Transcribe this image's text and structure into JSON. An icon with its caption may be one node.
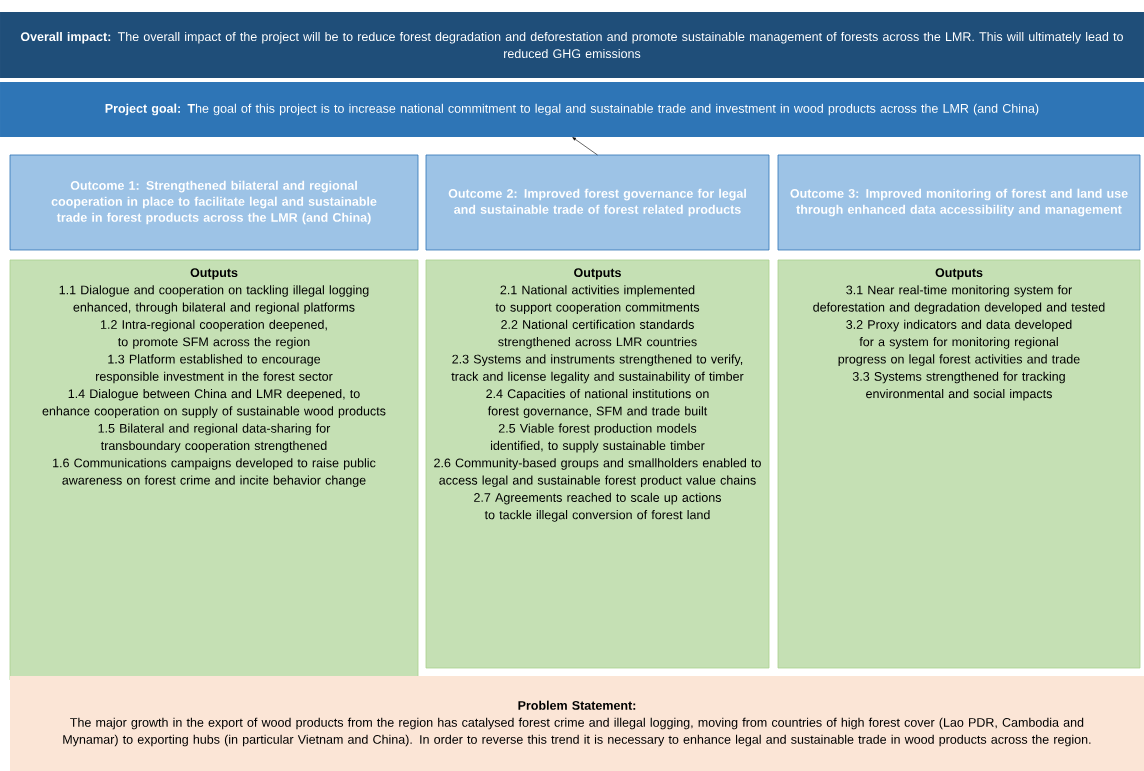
{
  "diagram": {
    "nodes": [
      {
        "text": [
          "**Overall impact:** The overall impact of the project will be to reduce forest degradation and deforestation and promote sustainable management of forests across the LMR. This will ultimately lead to reduced GHG emissions"
        ]
      },
      {
        "text": [
          "**Project goal: T**he goal of this project is to increase national commitment to legal and sustainable trade and investment in wood products across the LMR (and China)"
        ]
      },
      {
        "text": [
          "Outcome 1: Strengthened bilateral and regional cooperation in place to facilitate legal and sustainable trade in forest products across the LMR (and China)"
        ]
      },
      {
        "text": [
          "Outcome 2: Improved forest governance for legal and sustainable trade of forest related products"
        ]
      },
      {
        "text": [
          "Outcome 3:  Improved monitoring of forest and land use through enhanced data accessibility and management"
        ]
      },
      {
        "text": [
          "Outputs",
          "1.1 Dialogue and cooperation on tackling illegal logging enhanced, through bilateral and regional platforms",
          "1.2 Intra-regional cooperation deepened, to promote SFM across the region",
          "1.3 Platform established to encourage responsible investment in the forest sector",
          "1.4 Dialogue between China and LMR deepened, to enhance cooperation on supply of sustainable wood products",
          "1.5 Bilateral and regional data-sharing for transboundary cooperation strengthened",
          "1.6 Communications campaigns developed to raise public awareness on forest crime and incite behavior change"
        ]
      },
      {
        "text": [
          "Outputs",
          "2.1 National activities implemented to support cooperation commitments",
          "2.2 National certification standards strengthened across LMR countries",
          "2.3 Systems  and instruments strengthened to verify, track and license legality and sustainability of timber",
          "2.4 Capacities of national institutions on forest governance, SFM and trade built",
          "2.5 Viable forest production models identified, to supply sustainable timber",
          "2.6 Community-based groups and smallholders enabled to access legal and sustainable forest product value chains",
          "2.7 Agreements reached to scale up actions to tackle illegal conversion of forest land"
        ]
      },
      {
        "text": [
          "Outputs",
          "3.1 Near real-time monitoring system for deforestation and degradation developed and tested",
          "3.2 Proxy indicators and data developed for a system for monitoring regional progress on legal forest activities and trade",
          "3.3 Systems strengthened for tracking environmental and social impacts"
        ]
      },
      {
        "text": [
          "Problem Statement:",
          "The major growth in the export of wood products from the region has catalysed forest crime and illegal logging, moving from countries of high forest cover (Lao PDR, Cambodia and Mynamar) to exporting hubs (in particular Vietnam and China). In order to reverse this trend it is necessary to enhance legal and sustainable trade in wood products across the region."
        ]
      }
    ],
    "edges": [
      {
        "from": 3,
        "to": 1,
        "arrow": "to"
      }
    ]
  }
}
